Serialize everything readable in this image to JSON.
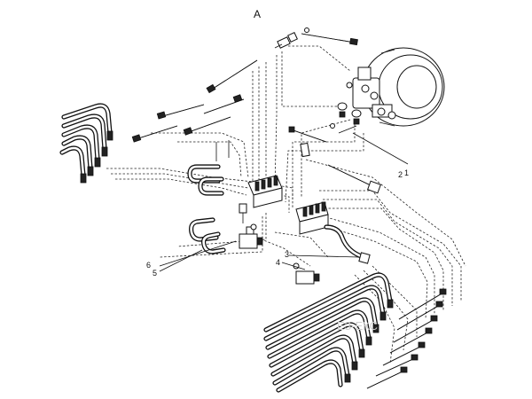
{
  "view_label": "A",
  "callouts": [
    "1",
    "2",
    "3",
    "4",
    "5",
    "6"
  ],
  "watermark": "ЕЗ-ЕКС"
}
